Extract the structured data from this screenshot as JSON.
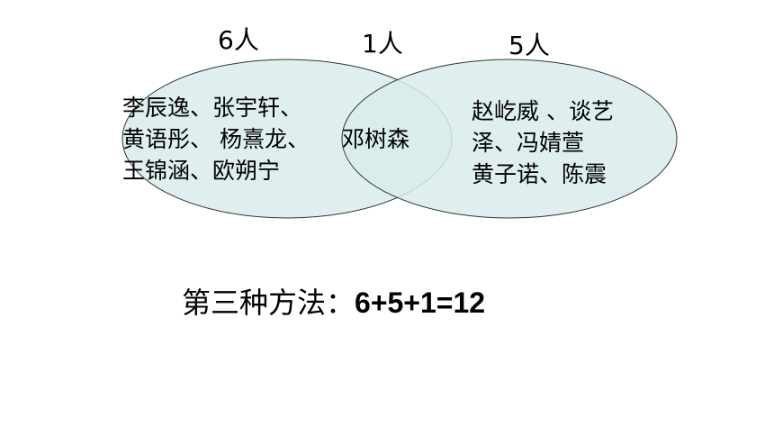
{
  "venn": {
    "fill_color": "#d9ecec",
    "stroke_color": "#333333",
    "left_set": {
      "count_label": "6人",
      "names": [
        "李辰逸、张宇轩、",
        "黄语彤、 杨熹龙、",
        "王锦涵、欧朔宁"
      ]
    },
    "intersection": {
      "count_label": "1人",
      "names": [
        "邓树森"
      ]
    },
    "right_set": {
      "count_label": "5人",
      "names": [
        "赵屹威 、谈艺",
        "泽、冯婧萱",
        "黄子诺、陈震"
      ]
    }
  },
  "method": {
    "prefix": "第三种方法：",
    "expression": "6+5+1=12"
  }
}
